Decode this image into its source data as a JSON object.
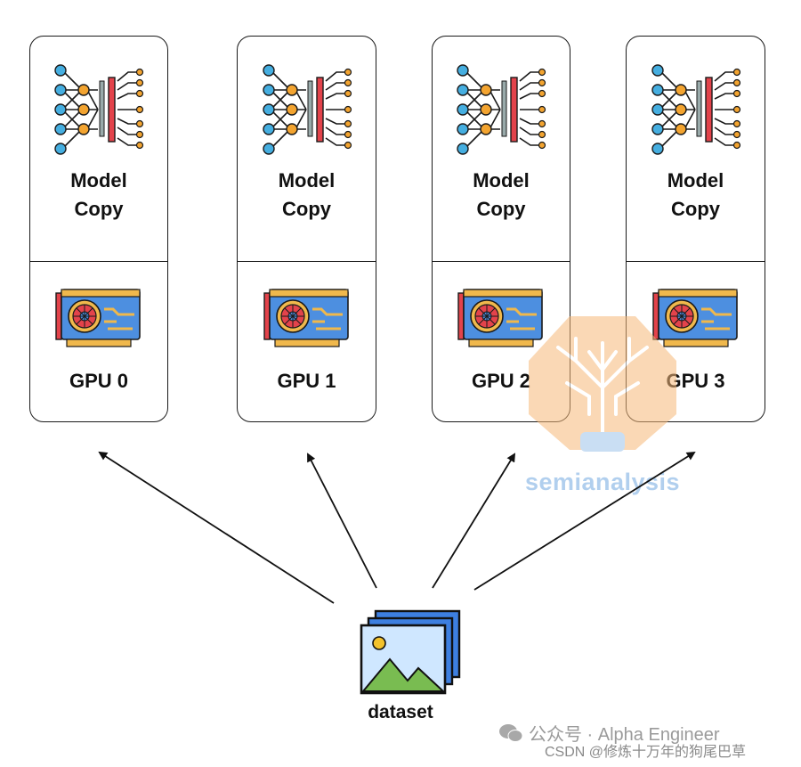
{
  "cards": [
    {
      "model_line1": "Model",
      "model_line2": "Copy",
      "gpu_label": "GPU 0"
    },
    {
      "model_line1": "Model",
      "model_line2": "Copy",
      "gpu_label": "GPU 1"
    },
    {
      "model_line1": "Model",
      "model_line2": "Copy",
      "gpu_label": "GPU 2"
    },
    {
      "model_line1": "Model",
      "model_line2": "Copy",
      "gpu_label": "GPU 3"
    }
  ],
  "dataset": {
    "label": "dataset"
  },
  "watermark": {
    "text": "semianalysis"
  },
  "footer": {
    "account": "公众号 · Alpha Engineer",
    "csdn": "CSDN @修炼十万年的狗尾巴草"
  },
  "colors": {
    "border": "#1a1a1a",
    "node_blue": "#45aee0",
    "node_orange": "#f3a430",
    "layer_red": "#e3434b",
    "gpu_blue": "#4d8fe0",
    "gpu_gold": "#f0b84c",
    "dataset_blue": "#3d7fe0",
    "watermark_orange": "#f6b97a",
    "watermark_blue": "#9ec4ea"
  }
}
